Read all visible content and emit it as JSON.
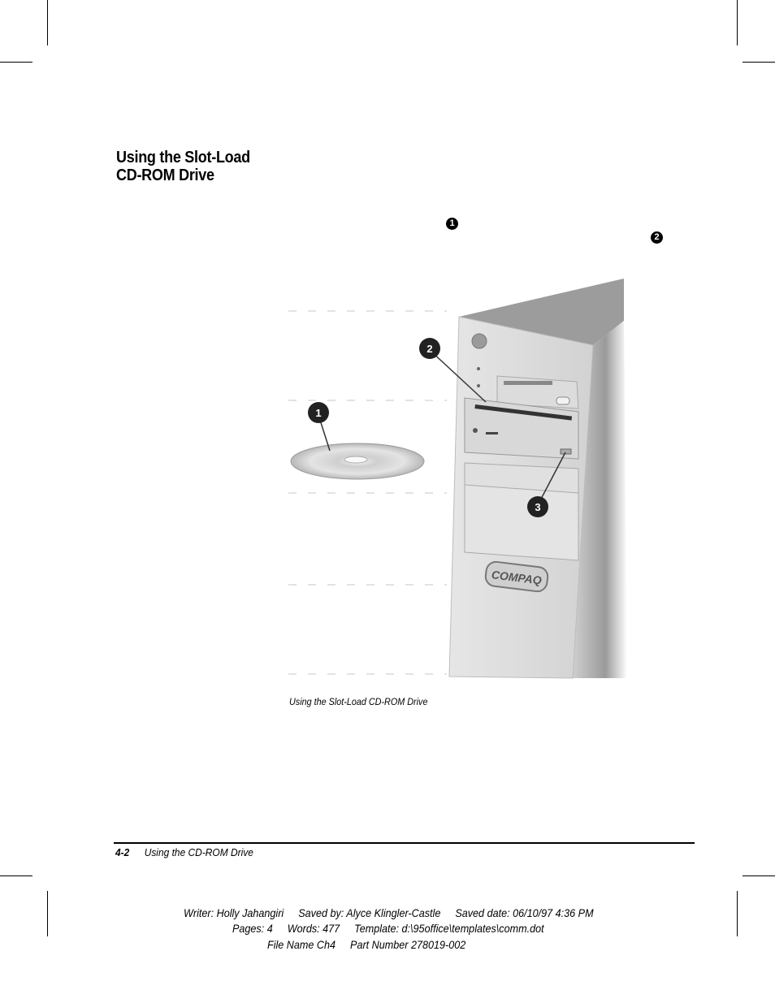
{
  "heading": {
    "line1": "Using the Slot-Load",
    "line2": "CD-ROM Drive"
  },
  "callouts": {
    "first": "1",
    "second": "2"
  },
  "figure": {
    "labels": [
      "1",
      "2",
      "3"
    ],
    "logo": "COMPAQ",
    "caption": "Using the Slot-Load CD-ROM Drive"
  },
  "footer": {
    "page": "4-2",
    "title": "Using the CD-ROM Drive"
  },
  "meta": {
    "writer": "Writer: Holly Jahangiri",
    "saved_by": "Saved by: Alyce Klingler-Castle",
    "saved_date": "Saved date: 06/10/97 4:36 PM",
    "pages": "Pages: 4",
    "words": "Words: 477",
    "template": "Template: d:\\95office\\templates\\comm.dot",
    "file_name": "File Name Ch4",
    "part_number": "Part Number 278019-002"
  }
}
